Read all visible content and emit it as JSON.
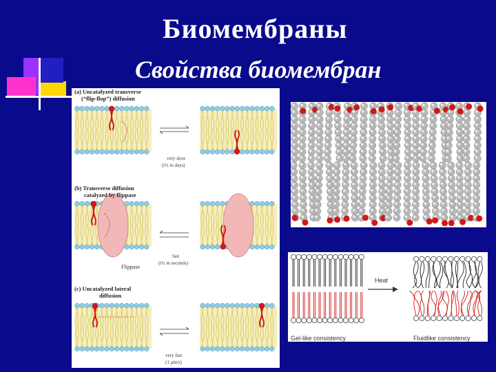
{
  "slide": {
    "title": "Биомембраны",
    "subtitle": "Свойства биомембран"
  },
  "figure_left": {
    "section_a": {
      "title_line1": "(a) Uncatalyzed transverse",
      "title_line2": "(“flip-flop”) diffusion",
      "rate_line1": "very slow",
      "rate_line2": "(t½ in days)"
    },
    "section_b": {
      "title_line1": "(b) Transverse diffusion",
      "title_line2": "catalyzed by flippase",
      "rate_line1": "fast",
      "rate_line2": "(t½ in seconds)",
      "protein_label": "Flippase"
    },
    "section_c": {
      "title_line1": "(c) Uncatalyzed lateral",
      "title_line2": "diffusion",
      "rate_line1": "very fast",
      "rate_line2": "(1 μm/s)"
    }
  },
  "figure_heat": {
    "arrow_label": "Heat",
    "left_caption": "Gel-like consistency",
    "right_caption": "Fluidlike consistency"
  },
  "colors": {
    "background": "#0a0a8c",
    "head_blue": "#8ecbe6",
    "tail_yellow": "#d9c75c",
    "highlight_red": "#d01818",
    "flippase_pink": "#f2b8b8"
  }
}
